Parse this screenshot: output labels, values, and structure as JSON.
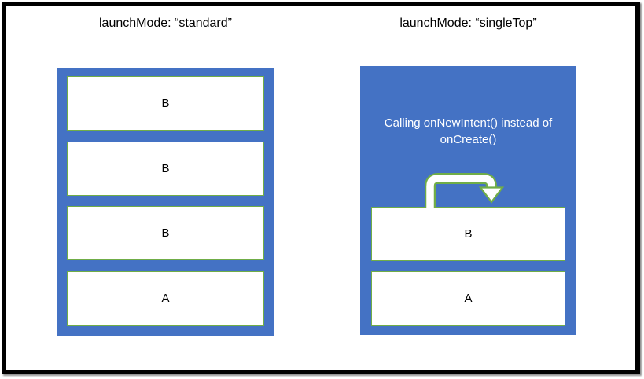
{
  "panels": [
    {
      "title": "launchMode: “standard”",
      "stack": [
        "B",
        "B",
        "B",
        "A"
      ]
    },
    {
      "title": "launchMode: “singleTop”",
      "note": "Calling onNewIntent() instead of onCreate()",
      "stack": [
        "B",
        "A"
      ]
    }
  ],
  "icons": {
    "loop_arrow": "u-turn-arrow pointing back into top activity"
  },
  "colors": {
    "stack_background": "#4472C4",
    "activity_border": "#70AD47",
    "activity_fill": "#FFFFFF",
    "arrow_fill": "#FFFFFF",
    "arrow_outline": "#70AD47",
    "note_text": "#FFFFFF",
    "title_text": "#000000",
    "frame": "#000000"
  }
}
